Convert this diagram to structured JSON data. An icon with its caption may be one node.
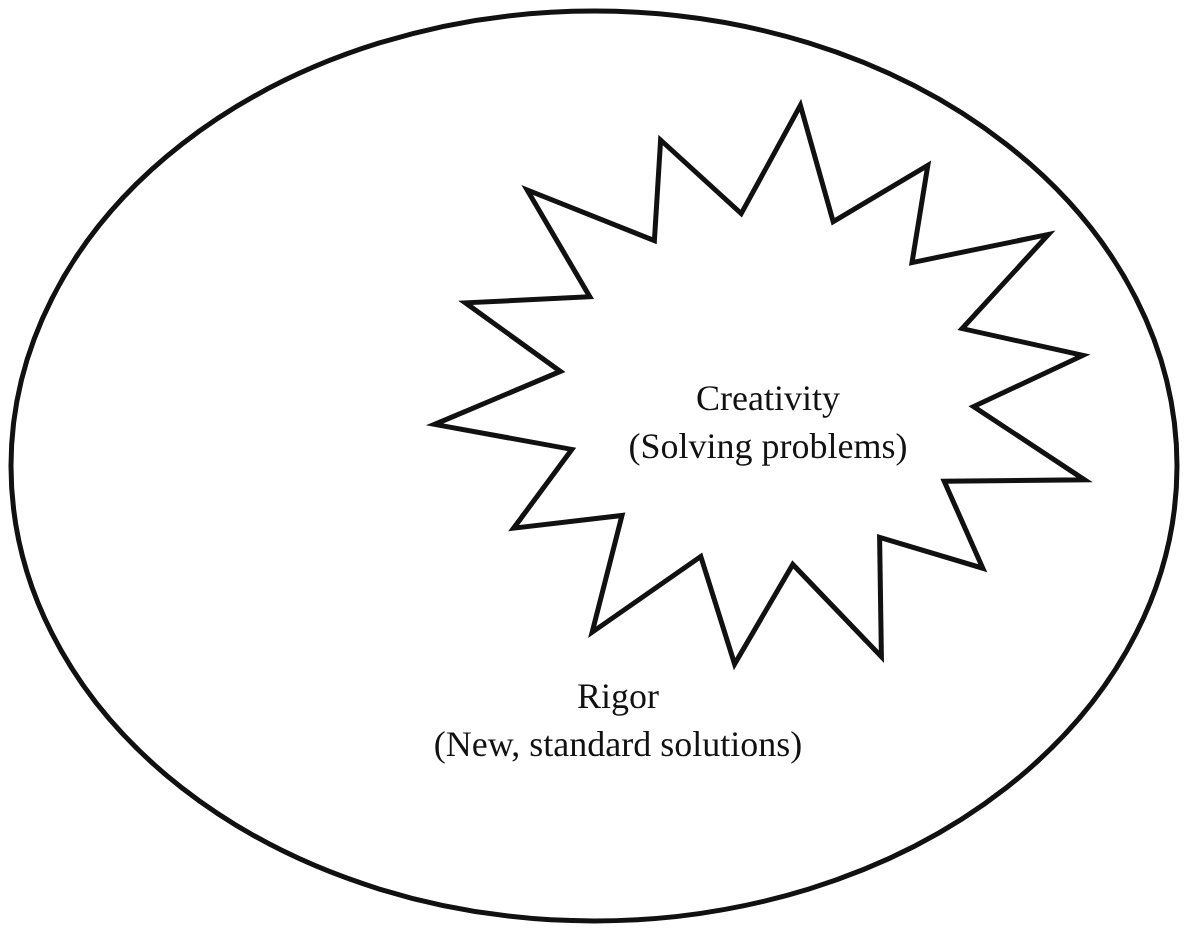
{
  "diagram": {
    "nodes": [
      {
        "text": [
          "Rigor",
          "(New, standard solutions)"
        ]
      },
      {
        "text": [
          "Creativity",
          "(Solving problems)"
        ],
        "in": 0
      }
    ]
  }
}
